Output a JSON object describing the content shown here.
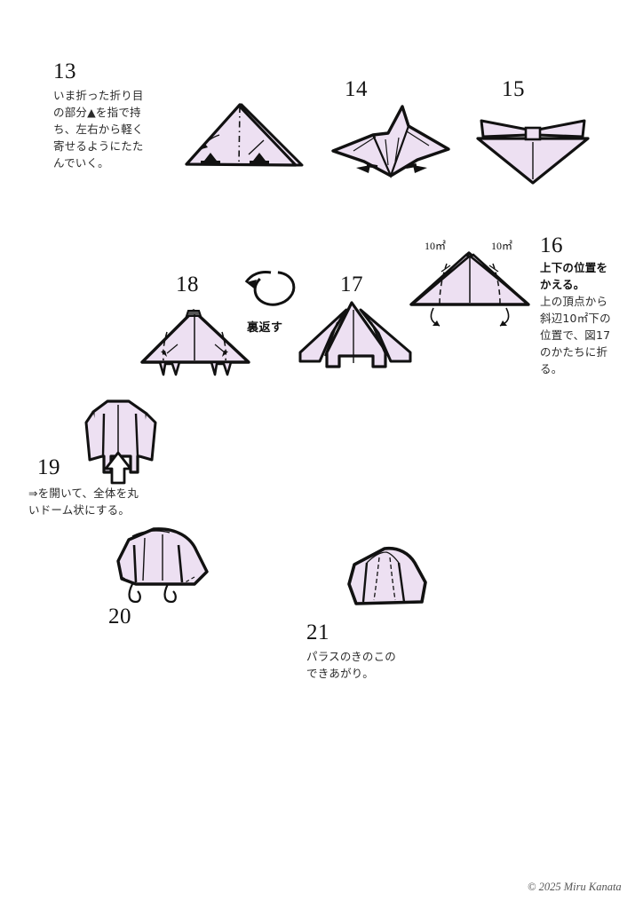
{
  "page": {
    "background_color": "#ffffff",
    "paper_fill": "#EDE0F2",
    "ink_color": "#111111",
    "copyright": "© 2025 Miru Kanata"
  },
  "steps": [
    {
      "number": "13",
      "caption": "いま折った折り目\nの部分▲を指で持\nち、左右から軽く\n寄せるようにたた\nんでいく。",
      "figure_name": "triangle-with-center-crease"
    },
    {
      "number": "14",
      "caption": "",
      "figure_name": "star-fan-shape-with-side-arrows"
    },
    {
      "number": "15",
      "caption": "",
      "figure_name": "inverted-triangle-with-wings"
    },
    {
      "number": "16",
      "caption_bold": "上下の位置を\nかえる。",
      "caption": "上の頂点から\n斜辺10㎡下の\n位置で、図17\nのかたちに折\nる。",
      "figure_name": "wide-triangle-with-10mm-marks",
      "measure_left": "10㎡",
      "measure_right": "10㎡"
    },
    {
      "number": "17",
      "caption": "",
      "figure_name": "tent-shape-with-wings"
    },
    {
      "number": "18",
      "caption": "",
      "figure_name": "triangle-with-two-tabs",
      "turn_over_label": "裏返す"
    },
    {
      "number": "19",
      "caption": "⇒を開いて、全体を丸\nいドーム状にする。",
      "figure_name": "upright-form-with-open-arrow"
    },
    {
      "number": "20",
      "caption": "",
      "figure_name": "rounded-dome-with-legs"
    },
    {
      "number": "21",
      "caption": "パラスのきのこの\nできあがり。",
      "figure_name": "finished-mushroom-cap"
    }
  ]
}
